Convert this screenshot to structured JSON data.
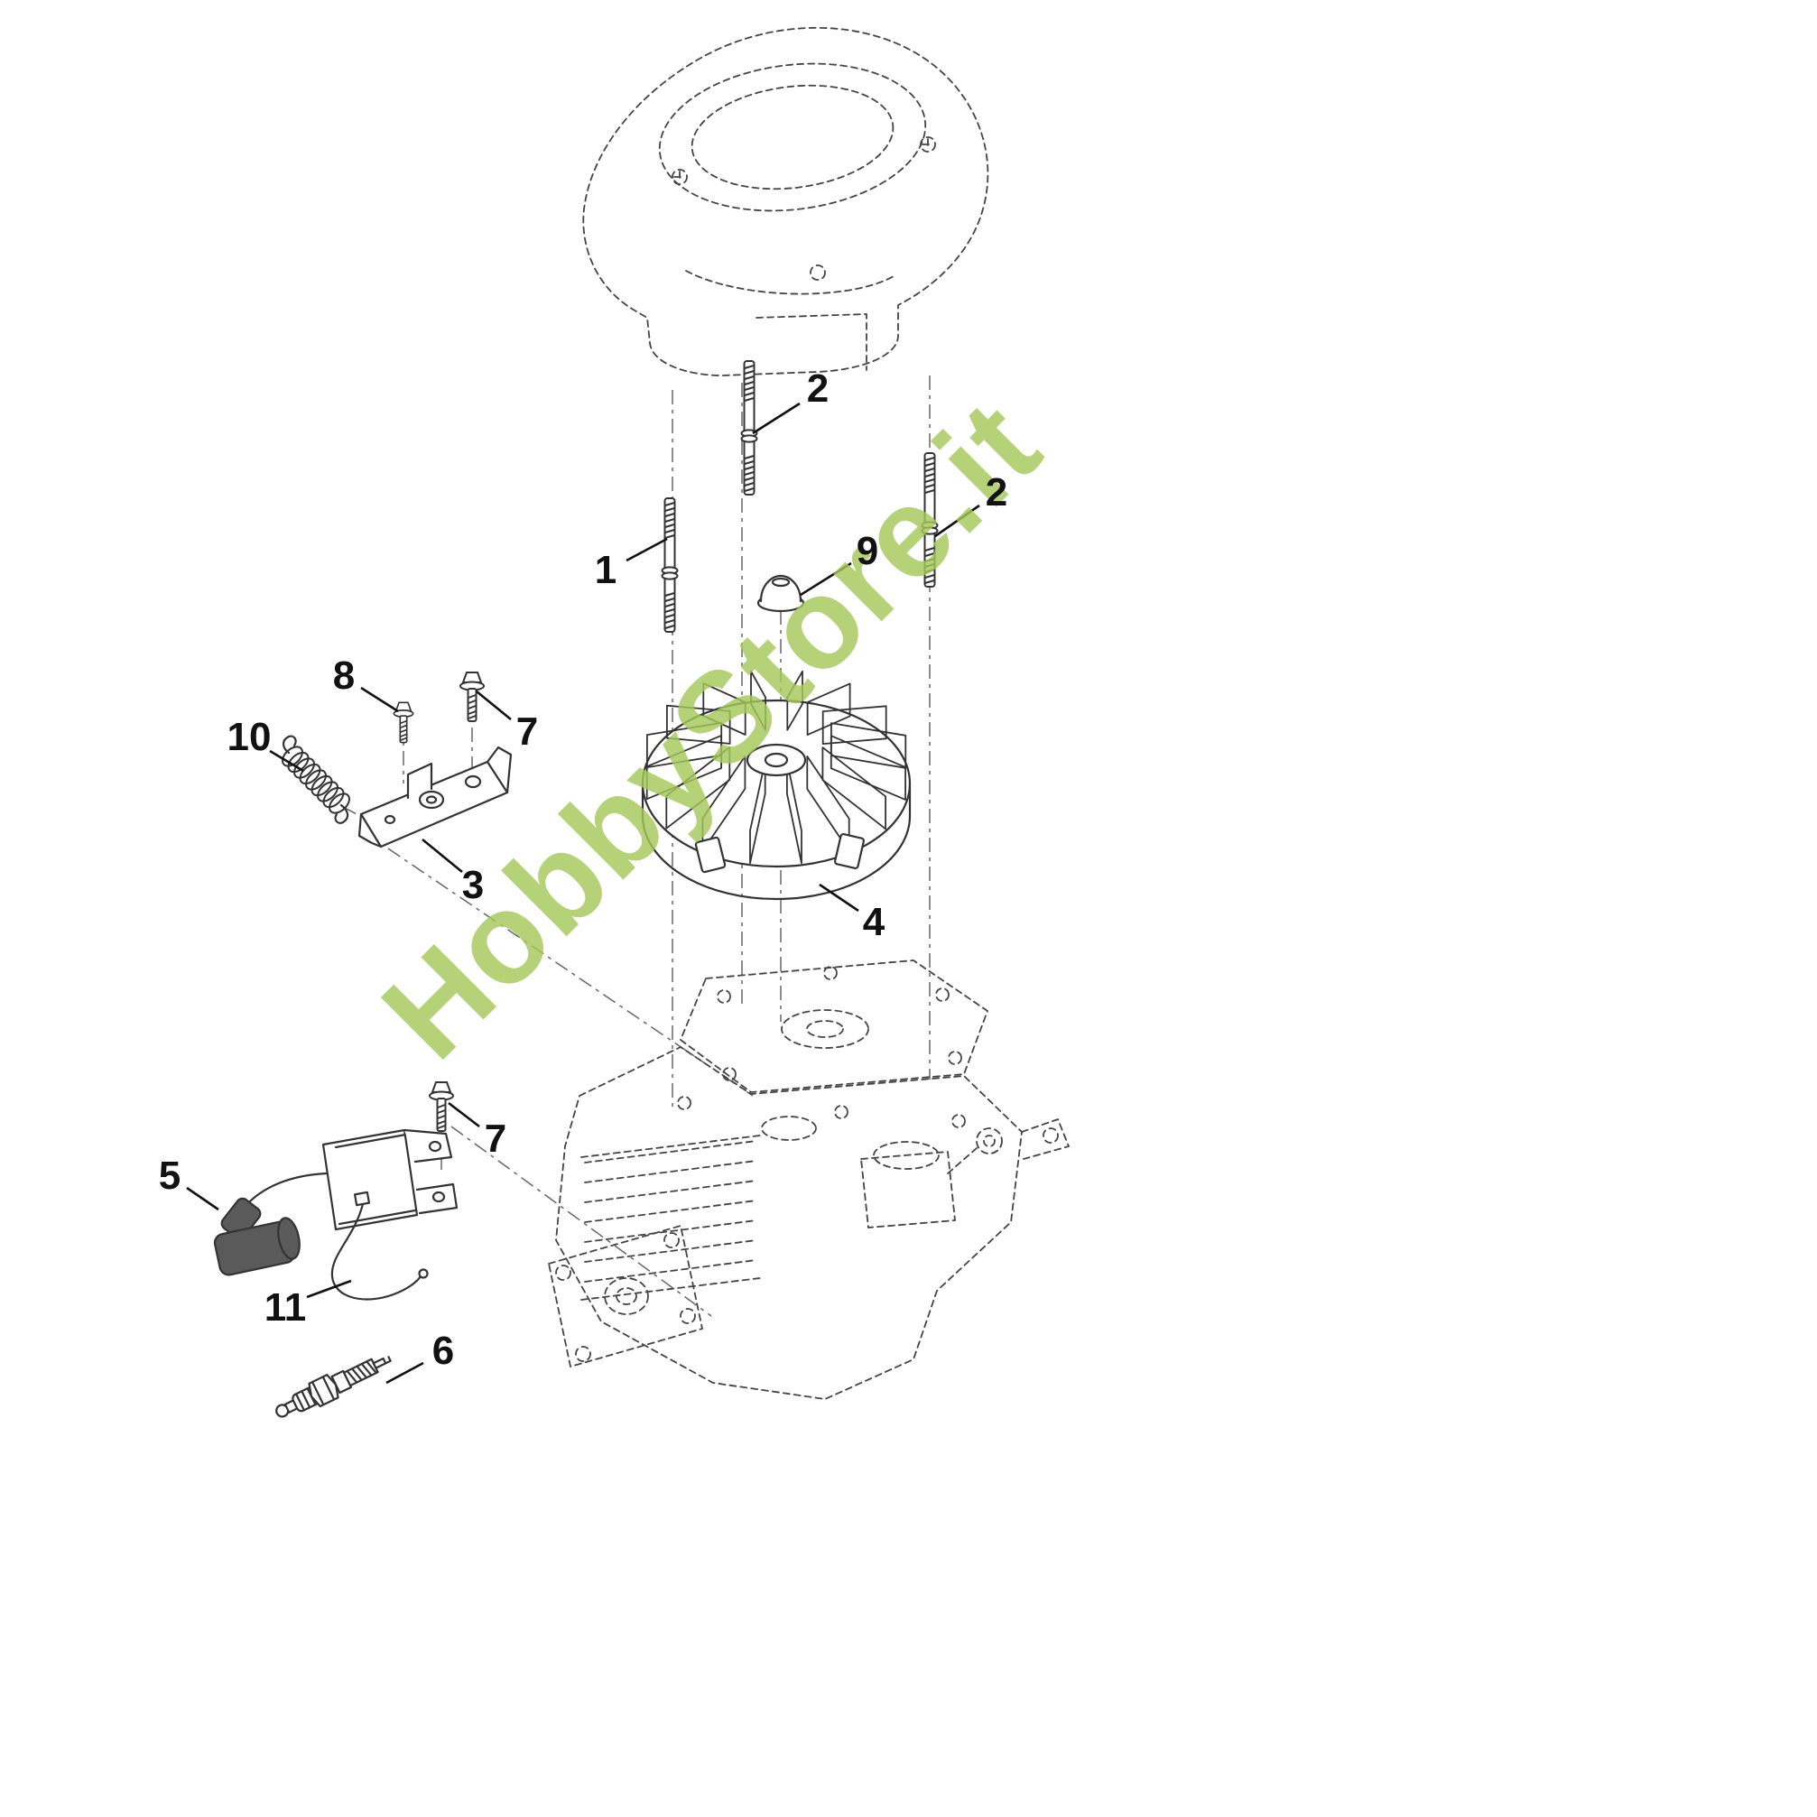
{
  "diagram": {
    "watermark_text": "HobbyStore.it",
    "watermark_color": "#a5c85c",
    "line_color": "#333333",
    "background_color": "#ffffff"
  },
  "callouts": [
    {
      "label": "2"
    },
    {
      "label": "2"
    },
    {
      "label": "1"
    },
    {
      "label": "9"
    },
    {
      "label": "8"
    },
    {
      "label": "7"
    },
    {
      "label": "10"
    },
    {
      "label": "3"
    },
    {
      "label": "4"
    },
    {
      "label": "7"
    },
    {
      "label": "5"
    },
    {
      "label": "11"
    },
    {
      "label": "6"
    }
  ]
}
